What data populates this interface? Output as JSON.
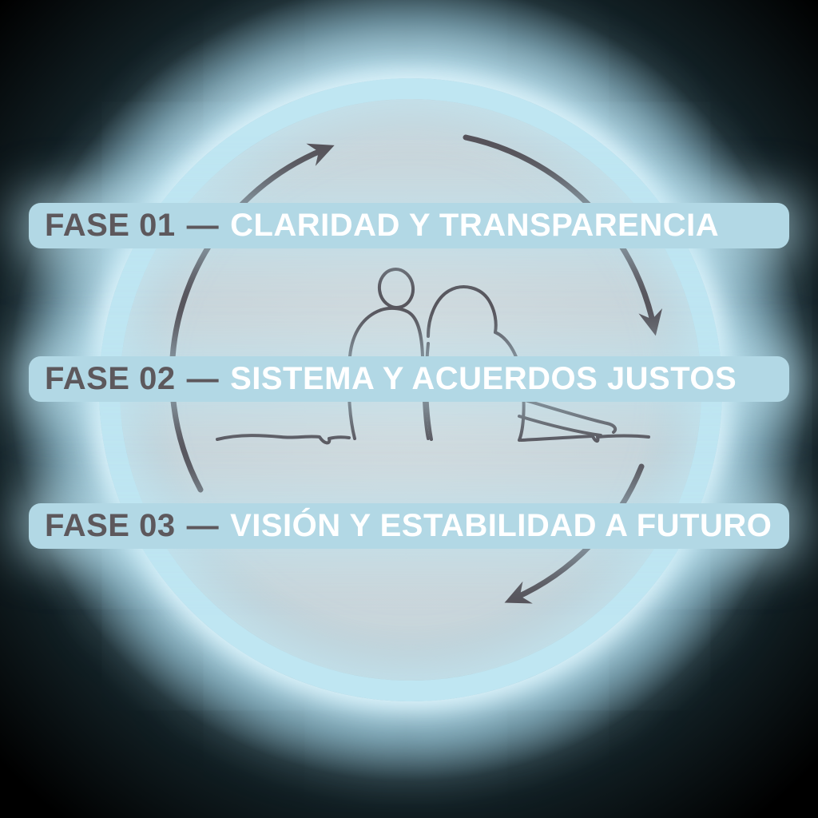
{
  "phases": [
    {
      "label": "FASE 01",
      "separator": "—",
      "title": "CLARIDAD Y TRANSPARENCIA"
    },
    {
      "label": "FASE 02",
      "separator": "—",
      "title": "SISTEMA Y ACUERDOS JUSTOS"
    },
    {
      "label": "FASE 03",
      "separator": "—",
      "title": "VISIÓN Y ESTABILIDAD A FUTURO"
    }
  ],
  "icons": [
    "cycle-arrows-icon",
    "couple-line-art-icon",
    "glowing-ring"
  ],
  "colors": {
    "background": "#000000",
    "glow": "#cfe6ef",
    "ring": "#bfe6f2",
    "banner_bg": "#b2d8e5",
    "phase_label": "#5d585c",
    "phase_title": "#ffffff",
    "arrow": "#56535a"
  }
}
